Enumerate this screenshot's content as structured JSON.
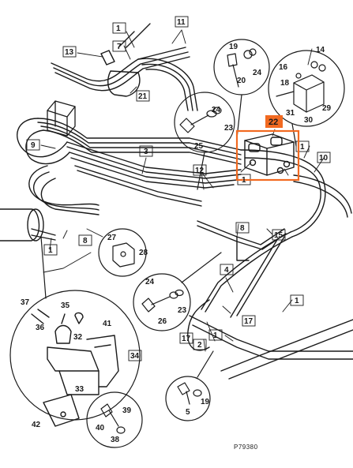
{
  "diagram": {
    "figure_ref": "P79380",
    "highlight_color": "#f26a21",
    "highlighted_part": "22",
    "callouts": {
      "c1a": "1",
      "c1b": "1",
      "c1c": "1",
      "c1d": "1",
      "c1e": "1",
      "c2": "2",
      "c3": "3",
      "c4": "4",
      "c5": "5",
      "c7": "7",
      "c8a": "8",
      "c8b": "8",
      "c9": "9",
      "c10": "10",
      "c11": "11",
      "c12": "12",
      "c13": "13",
      "c14": "14",
      "c15": "15",
      "c16": "16",
      "c17a": "17",
      "c17b": "17",
      "c18": "18",
      "c19a": "19",
      "c19b": "19",
      "c20": "20",
      "c21": "21",
      "c22": "22",
      "c23a": "23",
      "c23b": "23",
      "c24a": "24",
      "c24b": "24",
      "c25": "25",
      "c26": "26",
      "c27": "27",
      "c28": "28",
      "c29": "29",
      "c30": "30",
      "c31": "31",
      "c32": "32",
      "c33": "33",
      "c34": "34",
      "c35": "35",
      "c36": "36",
      "c37": "37",
      "c38": "38",
      "c39": "39",
      "c40": "40",
      "c41": "41",
      "c42": "42"
    }
  }
}
